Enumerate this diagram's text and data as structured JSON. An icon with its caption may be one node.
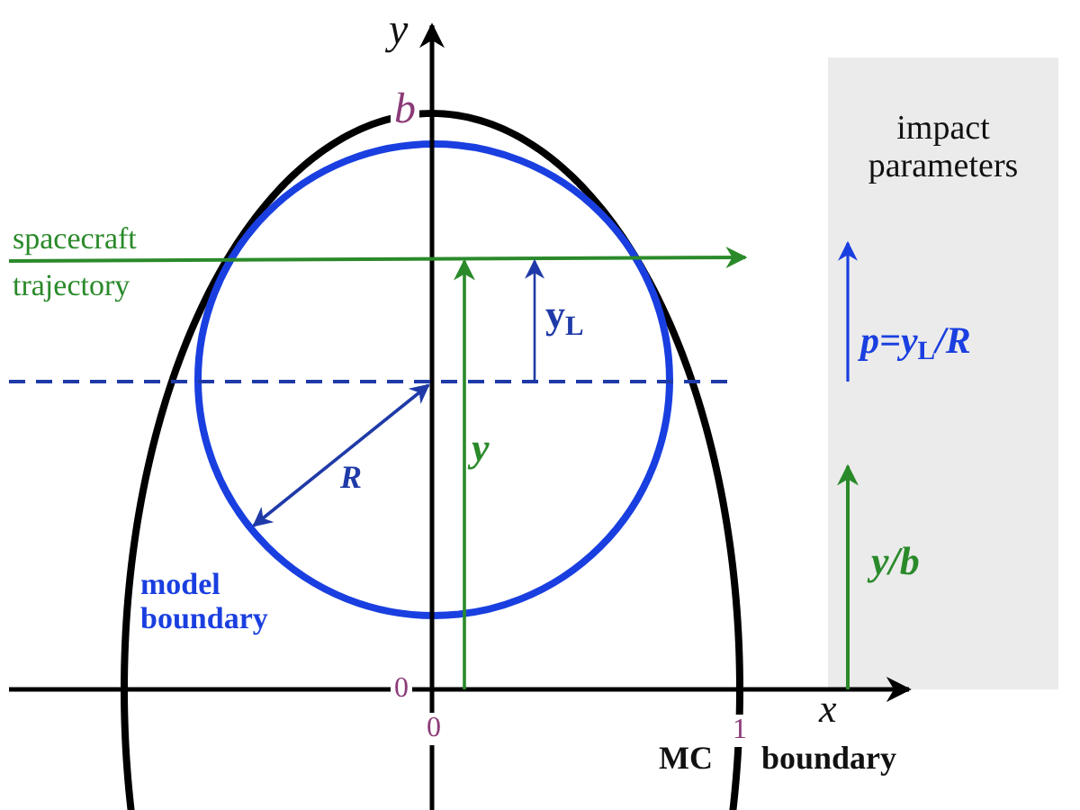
{
  "diagram": {
    "nodes": [
      {
        "text": [
          "impact parameters",
          "p=y$_{L}$/R",
          "y/b"
        ]
      }
    ],
    "labels": [
      "y",
      "b",
      "spacecraft trajectory",
      "y$_{L}$",
      "y",
      "R",
      "model boundary",
      "0",
      "0",
      "1",
      "x",
      "MC",
      "boundary"
    ]
  }
}
